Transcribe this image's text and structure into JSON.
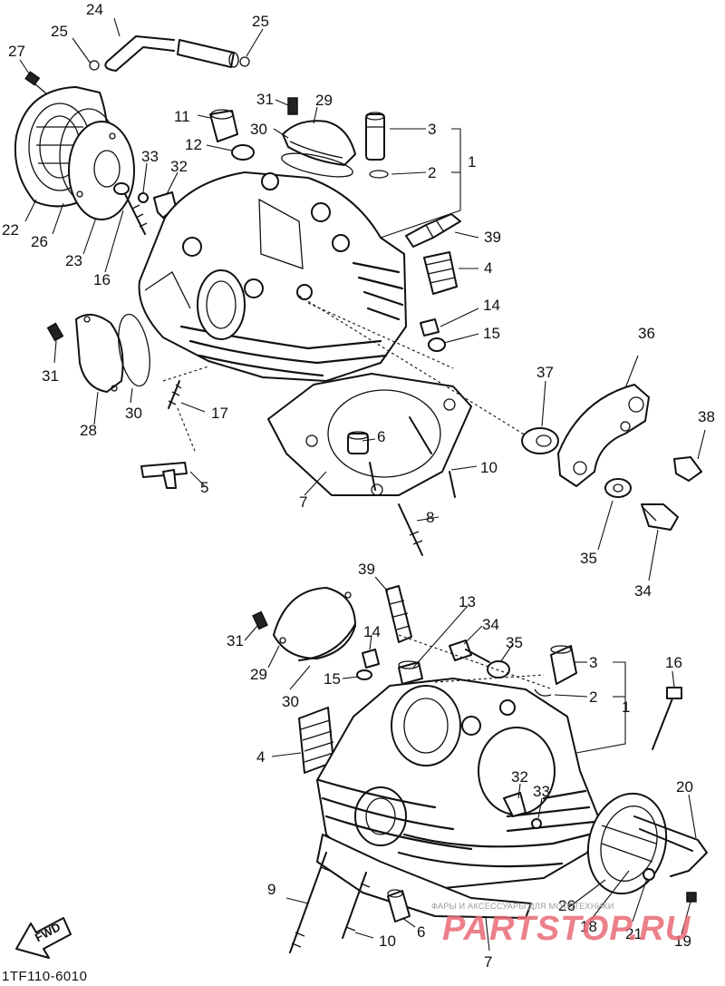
{
  "diagram": {
    "code": "1TF110-6010",
    "fwd_label": "FWD",
    "watermark": {
      "small_text": "ФАРЫ  И АКСЕССУАРЫ ДЛЯ МОТОТЕХНИКИ",
      "brand_text": "PARTSTOP.RU",
      "brand_color": "#e86a76"
    }
  },
  "callouts_top": [
    {
      "text": "24"
    },
    {
      "text": "25"
    },
    {
      "text": "25"
    },
    {
      "text": "27"
    },
    {
      "text": "31"
    },
    {
      "text": "29"
    },
    {
      "text": "11"
    },
    {
      "text": "30"
    },
    {
      "text": "3"
    },
    {
      "text": "12"
    },
    {
      "text": "33"
    },
    {
      "text": "32"
    },
    {
      "text": "2"
    },
    {
      "text": "1"
    },
    {
      "text": "22"
    },
    {
      "text": "26"
    },
    {
      "text": "23"
    },
    {
      "text": "16"
    },
    {
      "text": "39"
    },
    {
      "text": "4"
    },
    {
      "text": "14"
    },
    {
      "text": "15"
    },
    {
      "text": "36"
    },
    {
      "text": "31"
    },
    {
      "text": "37"
    },
    {
      "text": "30"
    },
    {
      "text": "17"
    },
    {
      "text": "28"
    },
    {
      "text": "38"
    },
    {
      "text": "6"
    },
    {
      "text": "10"
    },
    {
      "text": "5"
    },
    {
      "text": "7"
    },
    {
      "text": "8"
    },
    {
      "text": "35"
    },
    {
      "text": "34"
    }
  ],
  "callouts_bottom": [
    {
      "text": "39"
    },
    {
      "text": "13"
    },
    {
      "text": "34"
    },
    {
      "text": "35"
    },
    {
      "text": "31"
    },
    {
      "text": "14"
    },
    {
      "text": "29"
    },
    {
      "text": "3"
    },
    {
      "text": "16"
    },
    {
      "text": "15"
    },
    {
      "text": "30"
    },
    {
      "text": "2"
    },
    {
      "text": "1"
    },
    {
      "text": "4"
    },
    {
      "text": "32"
    },
    {
      "text": "33"
    },
    {
      "text": "20"
    },
    {
      "text": "9"
    },
    {
      "text": "26"
    },
    {
      "text": "18"
    },
    {
      "text": "10"
    },
    {
      "text": "6"
    },
    {
      "text": "21"
    },
    {
      "text": "19"
    },
    {
      "text": "7"
    }
  ]
}
